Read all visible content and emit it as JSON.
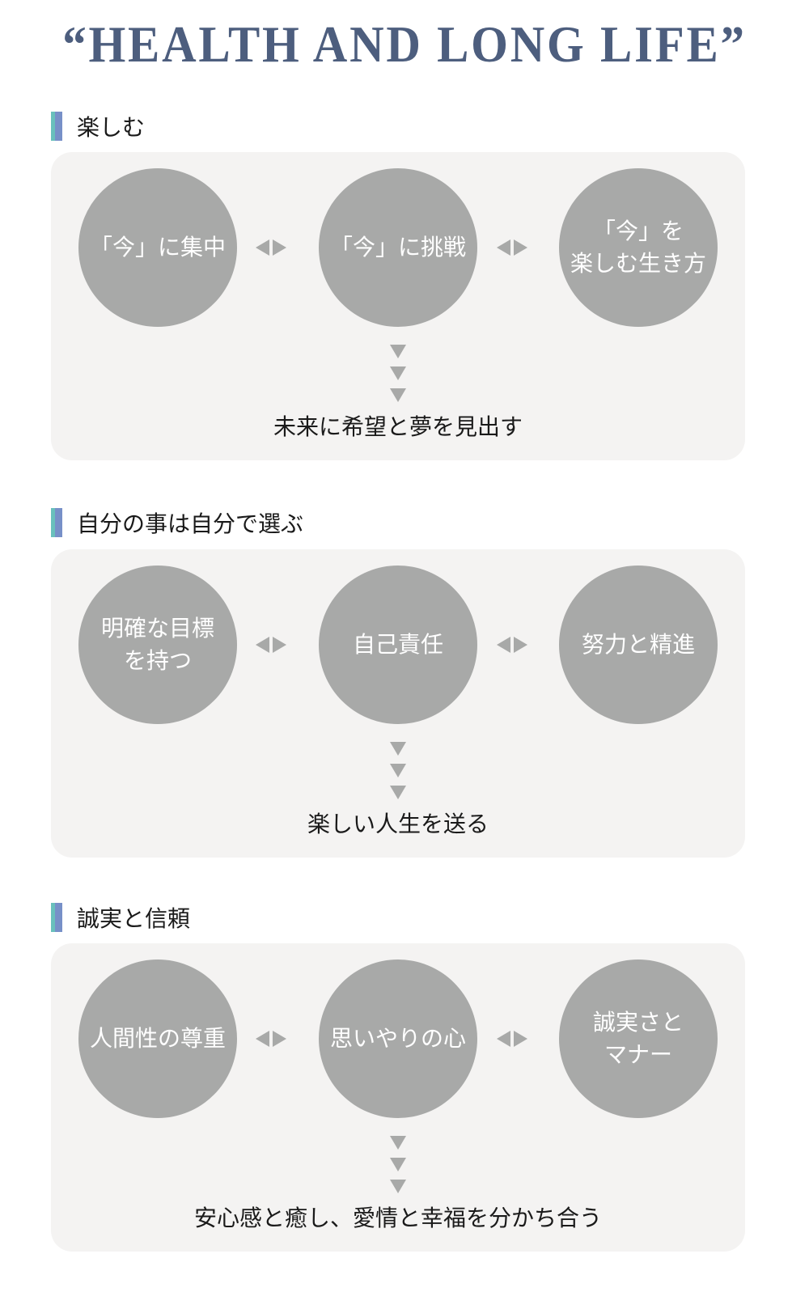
{
  "title": "“HEALTH AND LONG LIFE”",
  "colors": {
    "title": "#4d5e7e",
    "circle": "#a8a9a8",
    "panel": "#f4f3f2",
    "bar_teal": "#69c0bc",
    "bar_blue": "#7790c8"
  },
  "icons": {
    "bidirectional_arrow": "left-right-triangles",
    "down_arrows": "triple-down-triangles"
  },
  "sections": [
    {
      "heading": "楽しむ",
      "circles": [
        "「今」に集中",
        "「今」に挑戦",
        "「今」を\n楽しむ生き方"
      ],
      "result": "未来に希望と夢を見出す"
    },
    {
      "heading": "自分の事は自分で選ぶ",
      "circles": [
        "明確な目標\nを持つ",
        "自己責任",
        "努力と精進"
      ],
      "result": "楽しい人生を送る"
    },
    {
      "heading": "誠実と信頼",
      "circles": [
        "人間性の尊重",
        "思いやりの心",
        "誠実さと\nマナー"
      ],
      "result": "安心感と癒し、愛情と幸福を分かち合う"
    }
  ]
}
